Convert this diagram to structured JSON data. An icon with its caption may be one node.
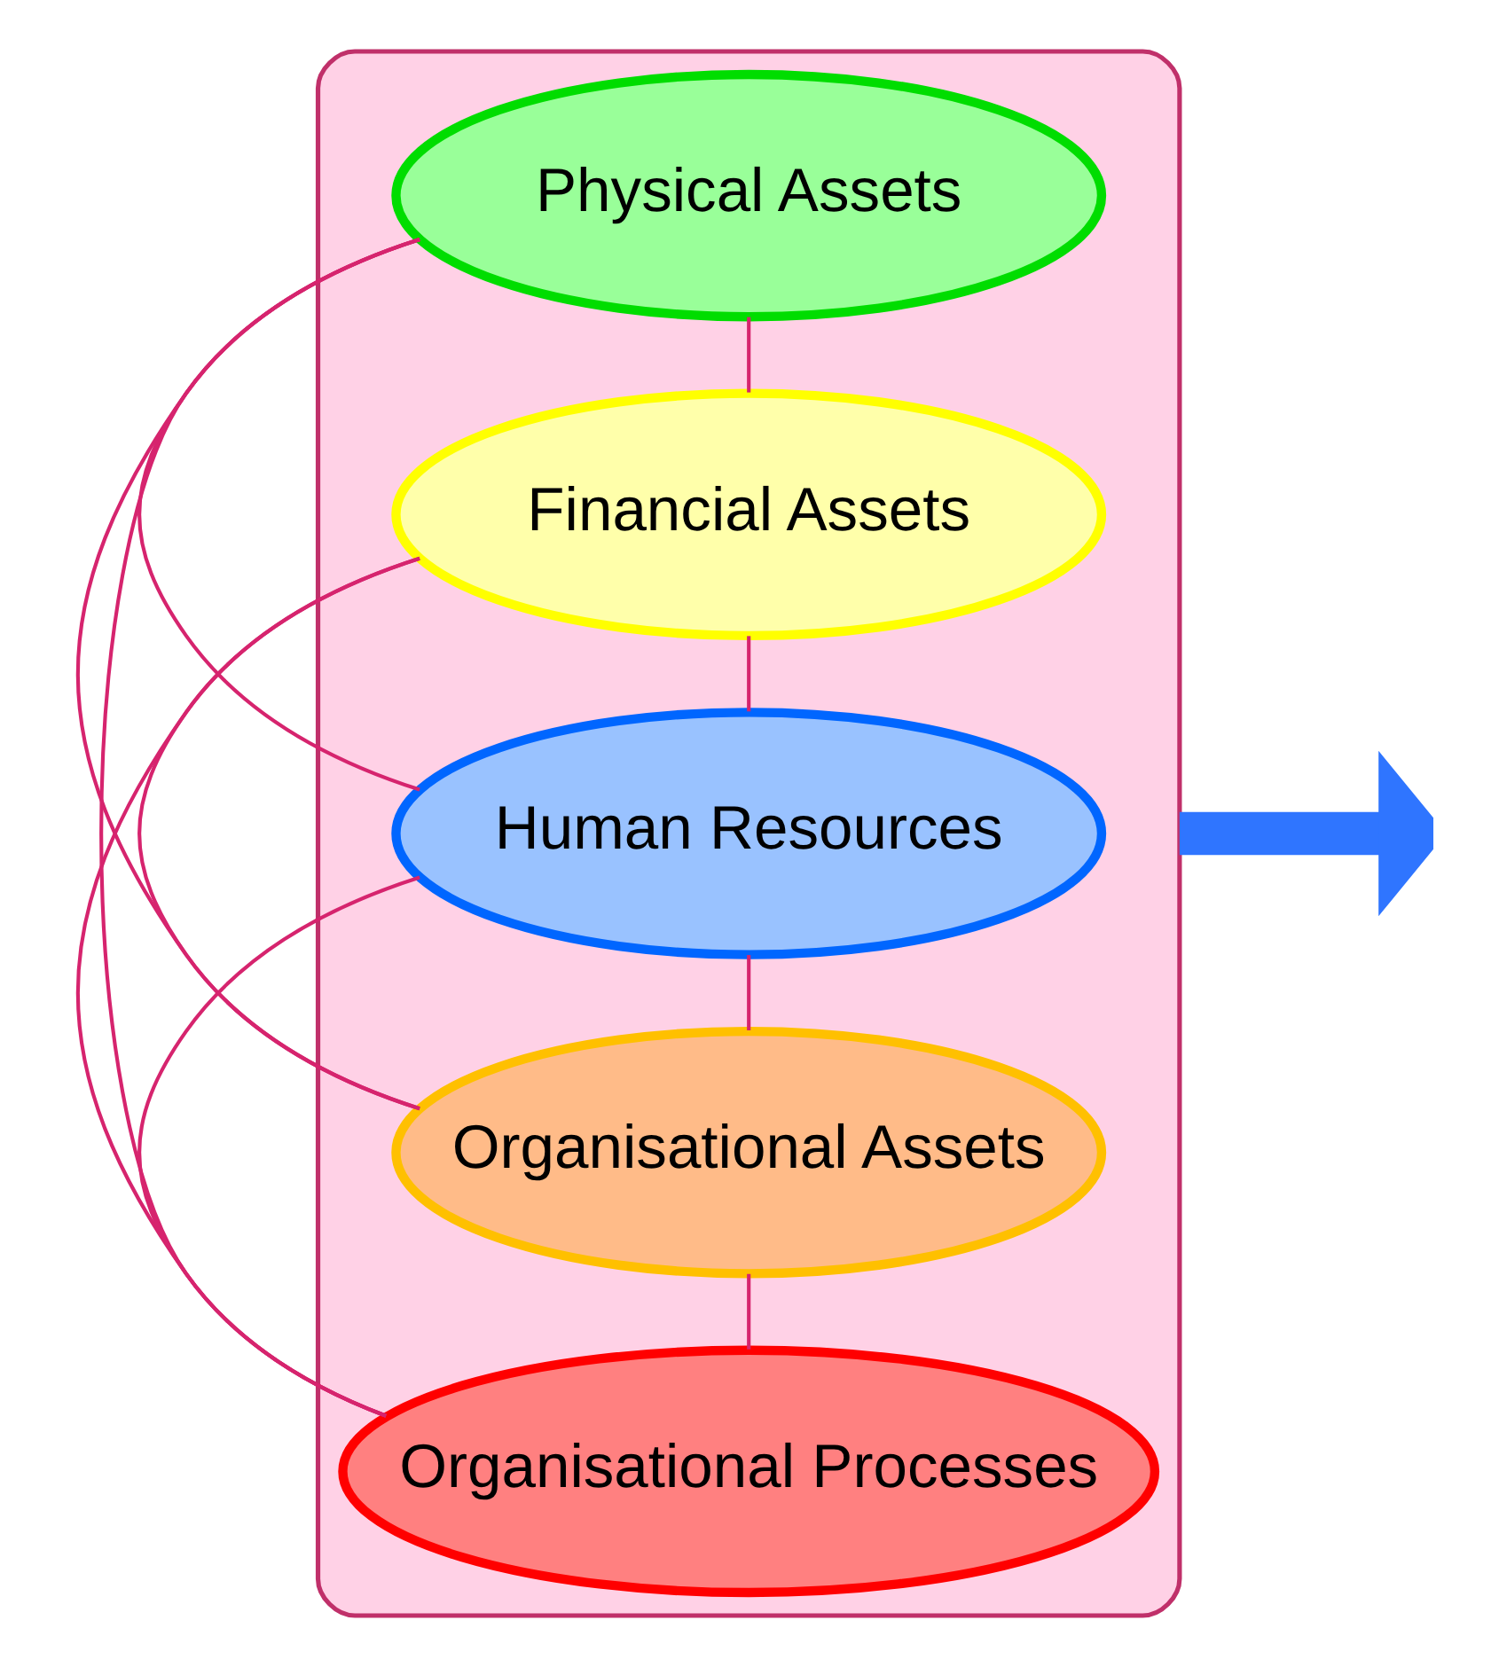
{
  "diagram": {
    "nodes": [
      {
        "text": [],
        "shape": "box"
      },
      {
        "text": [
          "Physical Assets"
        ],
        "in": 0
      },
      {
        "text": [
          "Financial Assets"
        ],
        "in": 0
      },
      {
        "text": [
          "Human Resources"
        ],
        "in": 0
      },
      {
        "text": [
          "Organisational Assets"
        ],
        "in": 0
      },
      {
        "text": [
          "Organisational Processes"
        ],
        "in": 0
      }
    ],
    "edges": [
      {
        "from": 1,
        "to": 2,
        "arrow": "none"
      },
      {
        "from": 1,
        "to": 3,
        "arrow": "none"
      },
      {
        "from": 1,
        "to": 4,
        "arrow": "none"
      },
      {
        "from": 1,
        "to": 5,
        "arrow": "none"
      },
      {
        "from": 2,
        "to": 3,
        "arrow": "none"
      },
      {
        "from": 2,
        "to": 4,
        "arrow": "none"
      },
      {
        "from": 2,
        "to": 5,
        "arrow": "none"
      },
      {
        "from": 3,
        "to": 4,
        "arrow": "none"
      },
      {
        "from": 3,
        "to": 5,
        "arrow": "none"
      },
      {
        "from": 4,
        "to": 5,
        "arrow": "none"
      },
      {
        "from": 0,
        "to": null,
        "arrow": "to",
        "style": "thick",
        "color": "#2f75ff"
      }
    ]
  }
}
